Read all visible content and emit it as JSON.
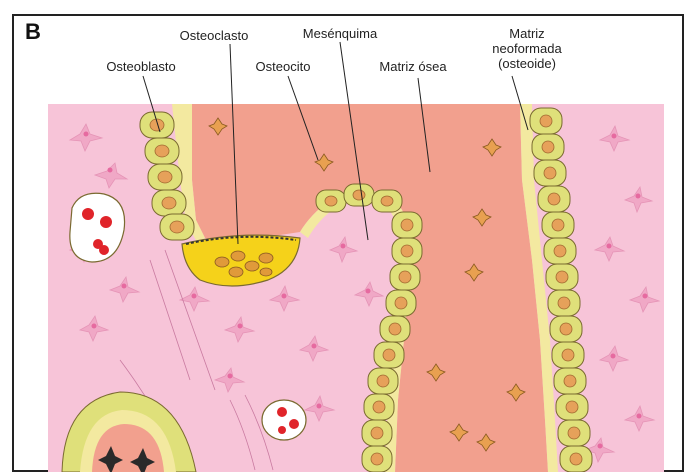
{
  "panel_letter": "B",
  "labels": {
    "osteoclasto": "Osteoclasto",
    "mesenquima": "Mesénquima",
    "matriz_neo_line1": "Matriz",
    "matriz_neo_line2": "neoformada",
    "matriz_neo_line3": "(osteoide)",
    "osteoblasto": "Osteoblasto",
    "osteocito": "Osteocito",
    "matriz_osea": "Matriz ósea"
  },
  "colors": {
    "mesenchyme_pink": "#f7c4d8",
    "bone_matrix_salmon": "#f2a08e",
    "osteoblast_green": "#dfe07a",
    "osteoblast_nucleus": "#e6a15a",
    "osteoclast_yellow": "#f5d21a",
    "osteoid_speckle": "#f3e9a0",
    "cell_outline": "#7a6a30"
  }
}
